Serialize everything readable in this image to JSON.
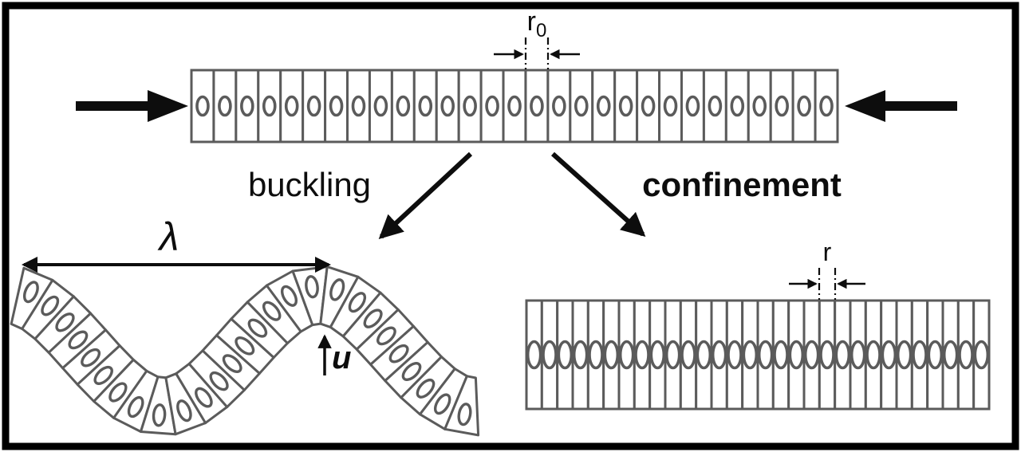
{
  "figure": {
    "description": "Cell monolayer under lateral compression leading to buckling or confinement",
    "labels": {
      "initial_spacing_main": "r",
      "initial_spacing_sub": "0",
      "buckling": "buckling",
      "confinement": "confinement",
      "wavelength": "λ",
      "amplitude": "u",
      "confined_spacing": "r"
    },
    "strips": {
      "initial": {
        "cells": 29
      },
      "buckled": {
        "cells": 27
      },
      "confined": {
        "cells": 30
      }
    },
    "colors": {
      "cell_outline": "#5b5b5b",
      "ink": "#0d0d0d",
      "background": "#ffffff",
      "frame": "#000000"
    }
  }
}
